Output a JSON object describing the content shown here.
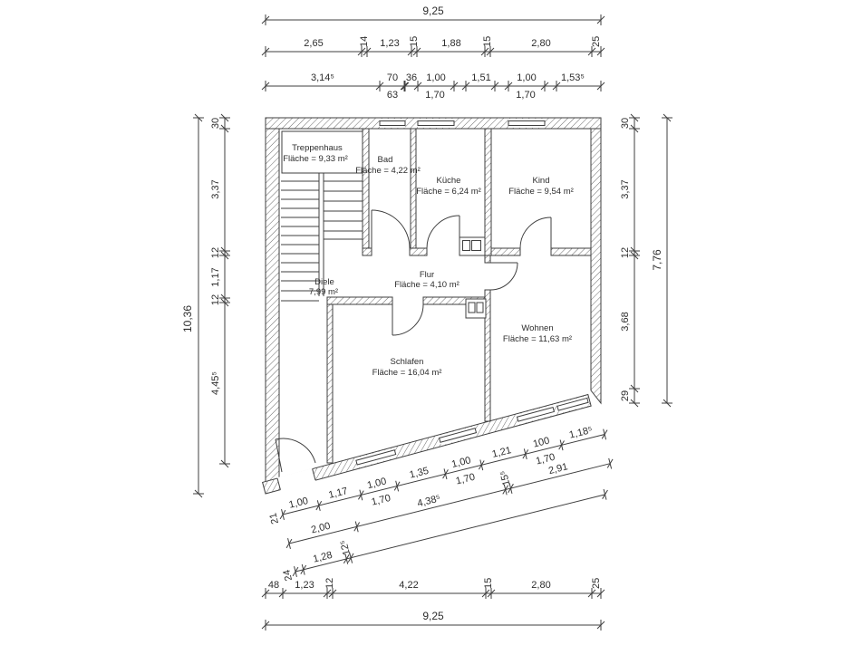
{
  "drawing_type": "floor-plan",
  "rooms": [
    {
      "name": "Treppenhaus",
      "area": "Fläche = 9,33 m²"
    },
    {
      "name": "Bad",
      "area": "Fläche = 4,22 m²"
    },
    {
      "name": "Küche",
      "area": "Fläche = 6,24 m²"
    },
    {
      "name": "Kind",
      "area": "Fläche = 9,54 m²"
    },
    {
      "name": "Diele",
      "area": "7,99 m²"
    },
    {
      "name": "Flur",
      "area": "Fläche = 4,10 m²"
    },
    {
      "name": "Wohnen",
      "area": "Fläche = 11,63 m²"
    },
    {
      "name": "Schlafen",
      "area": "Fläche = 16,04 m²"
    }
  ],
  "dims": {
    "top_total": "9,25",
    "top_row2": [
      "2,65",
      "14",
      "1,23",
      "15",
      "1,88",
      "15",
      "2,80",
      "25"
    ],
    "top_row3_above": [
      "3,14⁵",
      "70",
      "36",
      "1,00",
      "1,51",
      "1,00",
      "1,53⁵"
    ],
    "top_row3_below": [
      "63",
      "1,70",
      "1,70"
    ],
    "left_outer": "10,36",
    "left_inner": [
      "30",
      "3,37",
      "12",
      "1,17",
      "12",
      "4,45⁵"
    ],
    "right_inner": [
      "30",
      "3,37",
      "12",
      "3,68",
      "29"
    ],
    "right_outer": "7,76",
    "bottom_row1": [
      "48",
      "1,23",
      "12",
      "4,22",
      "15",
      "2,80",
      "25"
    ],
    "bottom_total": "9,25",
    "slant1_start": "21",
    "slant1_above": [
      "1,00",
      "1,17",
      "1,00",
      "1,35",
      "1,00",
      "1,21",
      "100",
      "1,18⁵"
    ],
    "slant1_below": [
      "1,70",
      "1,70",
      "1,70"
    ],
    "slant2": [
      "2,00",
      "4,38⁵",
      "15⁵",
      "2,91"
    ],
    "slant3_start": "24",
    "slant3": [
      "1,28",
      "12⁵"
    ]
  },
  "colors": {
    "line": "#3f3f3f",
    "text": "#2d2d2d",
    "background": "#ffffff"
  }
}
